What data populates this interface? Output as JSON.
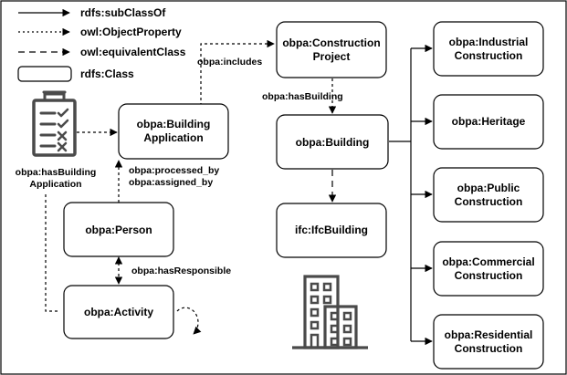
{
  "legend": {
    "subclass": "rdfs:subClassOf",
    "object_property": "owl:ObjectProperty",
    "equivalent_class": "owl:equivalentClass",
    "class": "rdfs:Class"
  },
  "nodes": {
    "building_application": [
      "obpa:Building",
      "Application"
    ],
    "construction_project": [
      "obpa:Construction",
      "Project"
    ],
    "building": [
      "obpa:Building"
    ],
    "ifc_building": [
      "ifc:IfcBuilding"
    ],
    "person": [
      "obpa:Person"
    ],
    "activity": [
      "obpa:Activity"
    ],
    "industrial": [
      "obpa:Industrial",
      "Construction"
    ],
    "heritage": [
      "obpa:Heritage"
    ],
    "public": [
      "obpa:Public",
      "Construction"
    ],
    "commercial": [
      "obpa:Commercial",
      "Construction"
    ],
    "residential": [
      "obpa:Residential",
      "Construction"
    ]
  },
  "edge_labels": {
    "includes": "obpa:includes",
    "has_building": "obpa:hasBuilding",
    "processed_by": "obpa:processed_by",
    "assigned_by": "obpa:assigned_by",
    "has_responsible": "obpa:hasResponsible"
  },
  "icon_labels": {
    "clipboard": [
      "obpa:hasBuilding",
      "Application"
    ]
  },
  "icons": {
    "clipboard": "clipboard-checklist-icon",
    "buildings": "office-buildings-icon"
  },
  "colors": {
    "icon": "#4a4a4a",
    "stroke": "#000000"
  }
}
